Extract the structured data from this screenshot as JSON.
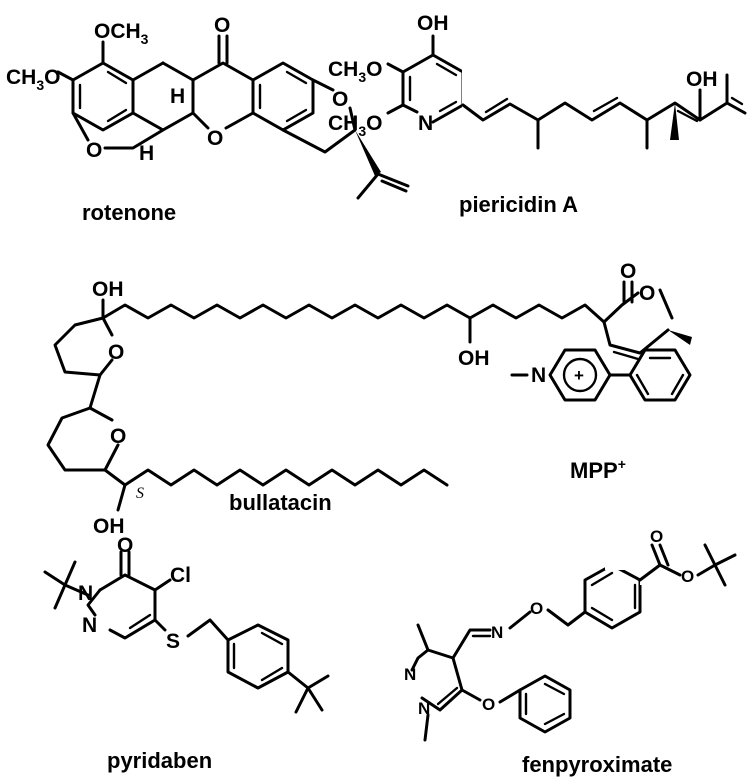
{
  "compounds": {
    "rotenone": {
      "name": "rotenone",
      "ome_top": "OCH",
      "ome_top_sub": "3",
      "ome_left_pre": "CH",
      "ome_left_sub": "3",
      "ome_left_post": "O",
      "o_carbonyl": "O",
      "o_ring1": "O",
      "o_ring2": "O",
      "o_furan": "O",
      "h_top": "H",
      "h_bottom": "H"
    },
    "piericidin": {
      "name": "piericidin A",
      "oh_ring": "OH",
      "ome1_pre": "CH",
      "ome1_sub": "3",
      "ome1_post": "O",
      "ome2_pre": "CH",
      "ome2_sub": "3",
      "ome2_post": "O",
      "n_ring": "N",
      "oh_chain": "OH"
    },
    "bullatacin": {
      "name": "bullatacin",
      "oh1": "OH",
      "oh2": "OH",
      "oh3": "OH",
      "o_ring1": "O",
      "o_ring2": "O",
      "o_lactone_c": "O",
      "o_lactone_r": "O",
      "stereo_s": "S"
    },
    "mpp": {
      "name": "MPP",
      "superscript": "+",
      "n_atom": "N",
      "charge": "+"
    },
    "pyridaben": {
      "name": "pyridaben",
      "o_carbonyl": "O",
      "n1": "N",
      "n2": "N",
      "cl": "Cl",
      "s": "S"
    },
    "fenpyroximate": {
      "name": "fenpyroximate",
      "o_carbonyl": "O",
      "o_ester": "O",
      "n_oxime": "N",
      "o_oxime": "O",
      "n1": "N",
      "n2": "N",
      "o_phenoxy": "O"
    }
  }
}
